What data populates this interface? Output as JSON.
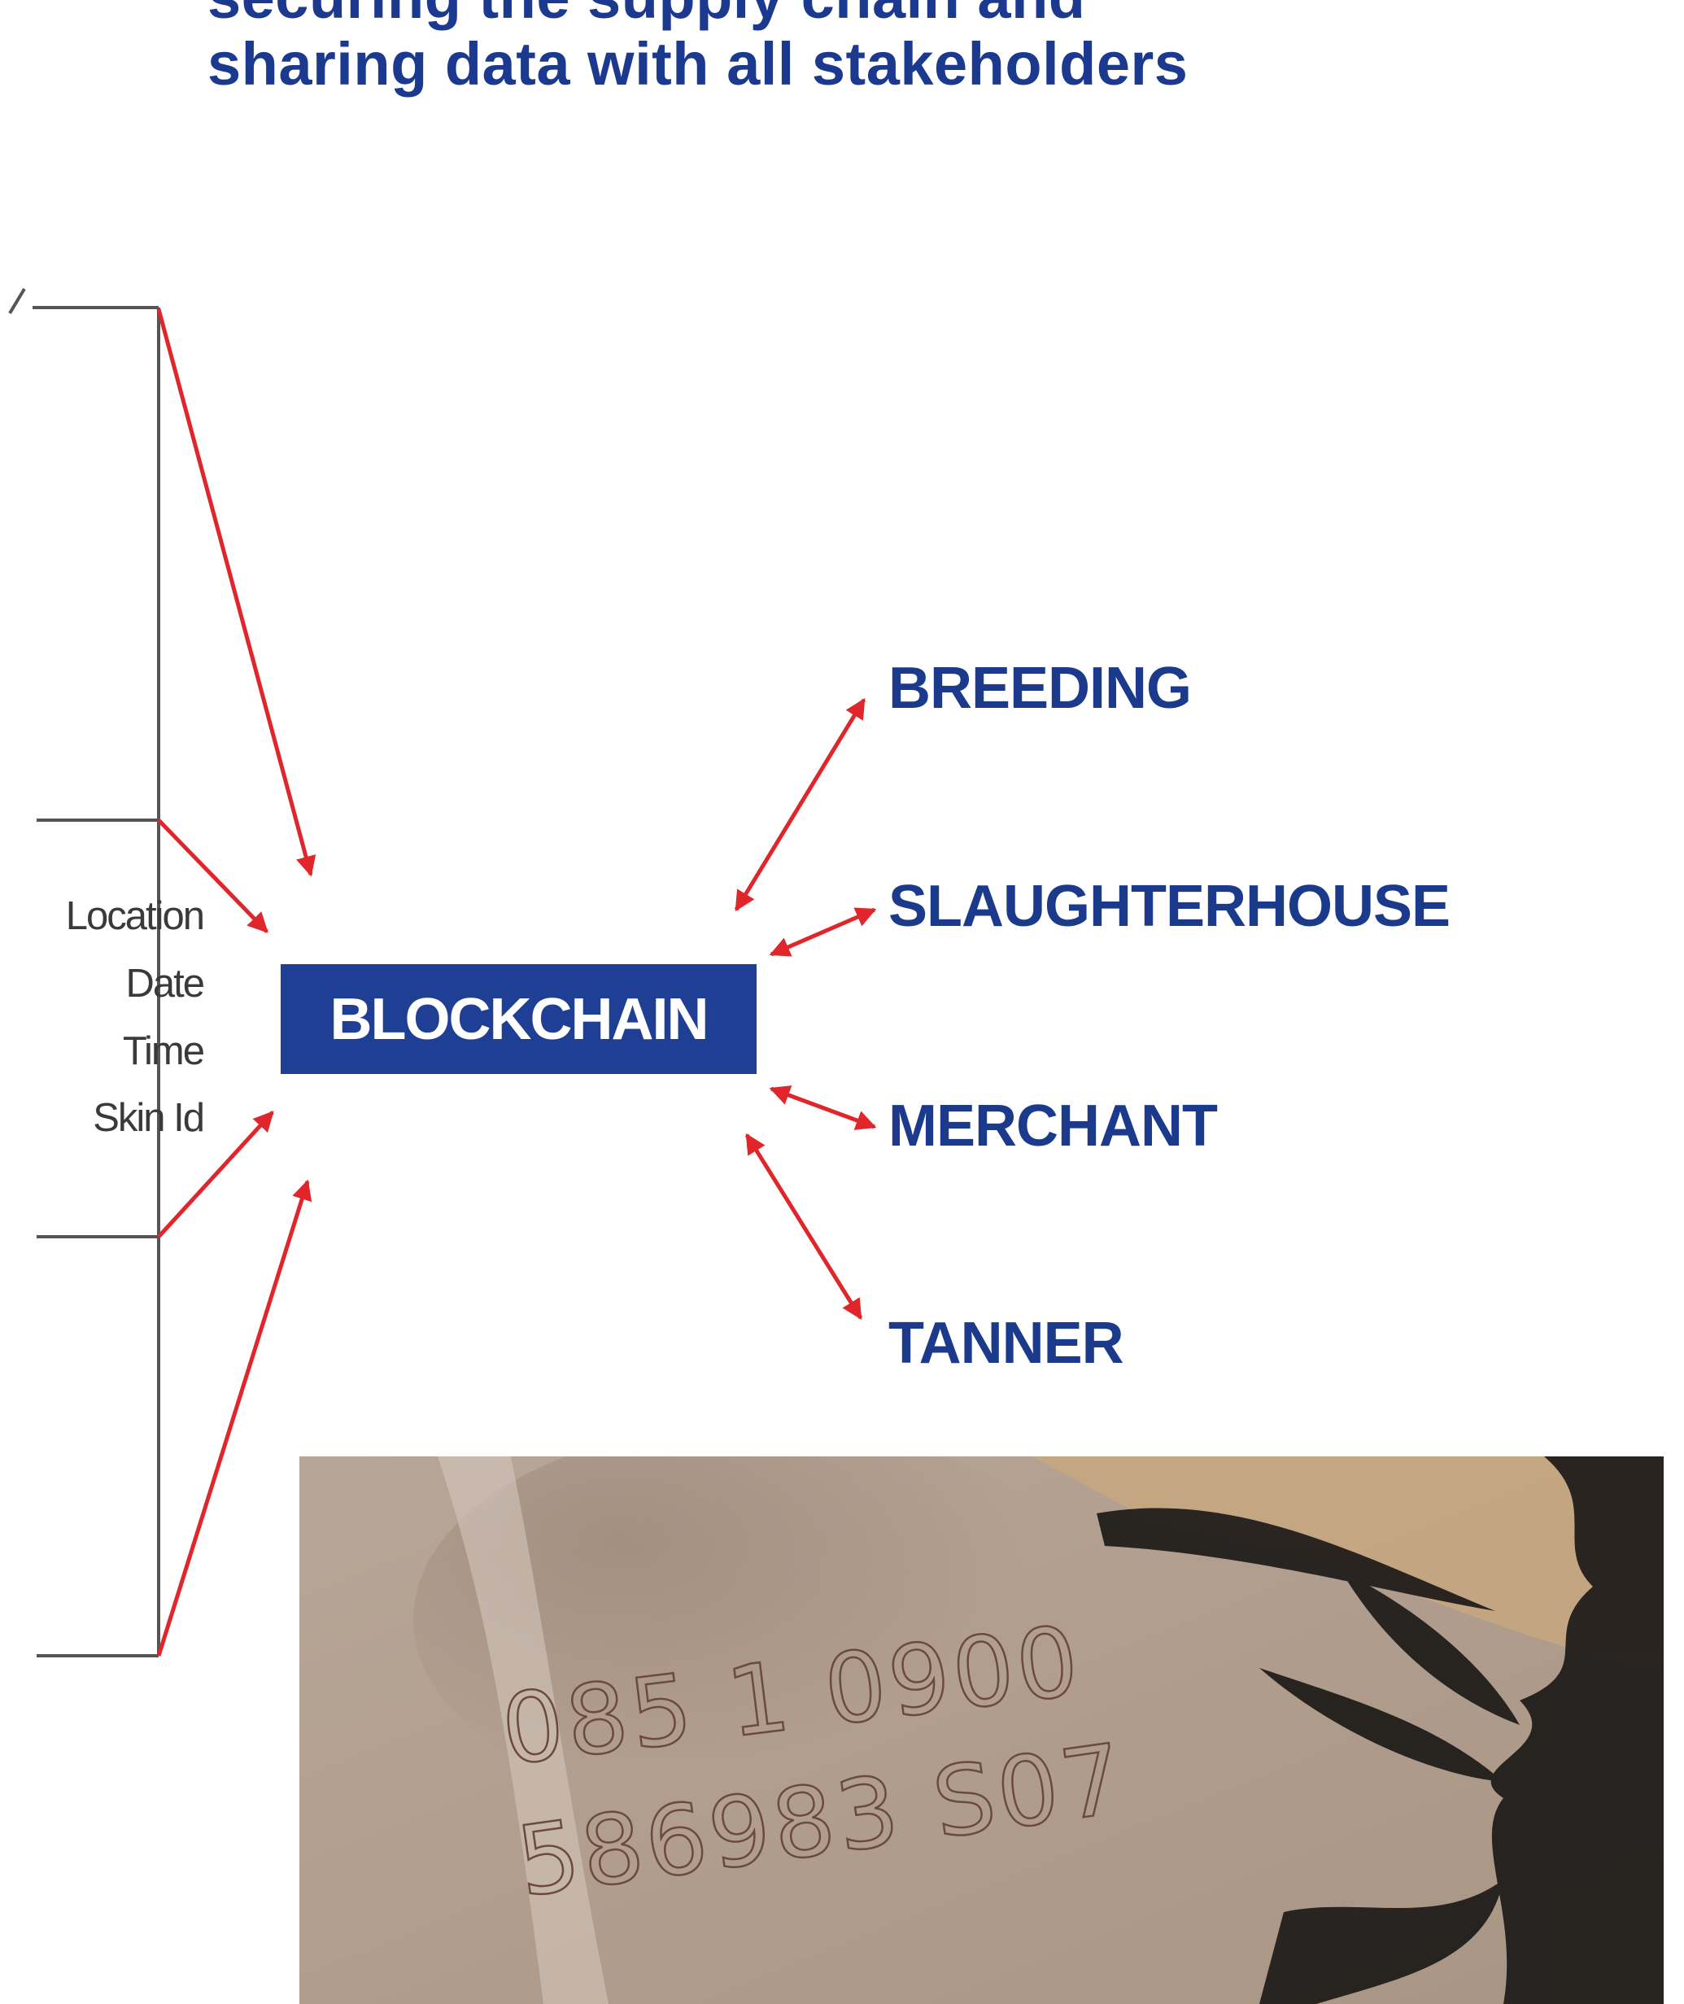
{
  "headline": {
    "line1": "securing the supply chain and",
    "line2": "sharing data with all stakeholders"
  },
  "fields": [
    "Location",
    "Date",
    "Time",
    "Skin Id"
  ],
  "center_label": "BLOCKCHAIN",
  "stakeholders": [
    "BREEDING",
    "SLAUGHTERHOUSE",
    "MERCHANT",
    "TANNER"
  ],
  "photo": {
    "line1": "085 1 0900",
    "line2": "586983 S07"
  },
  "colors": {
    "brand_blue": "#1f3f95",
    "arrow_red": "#e0262b",
    "line_gray": "#555555"
  }
}
